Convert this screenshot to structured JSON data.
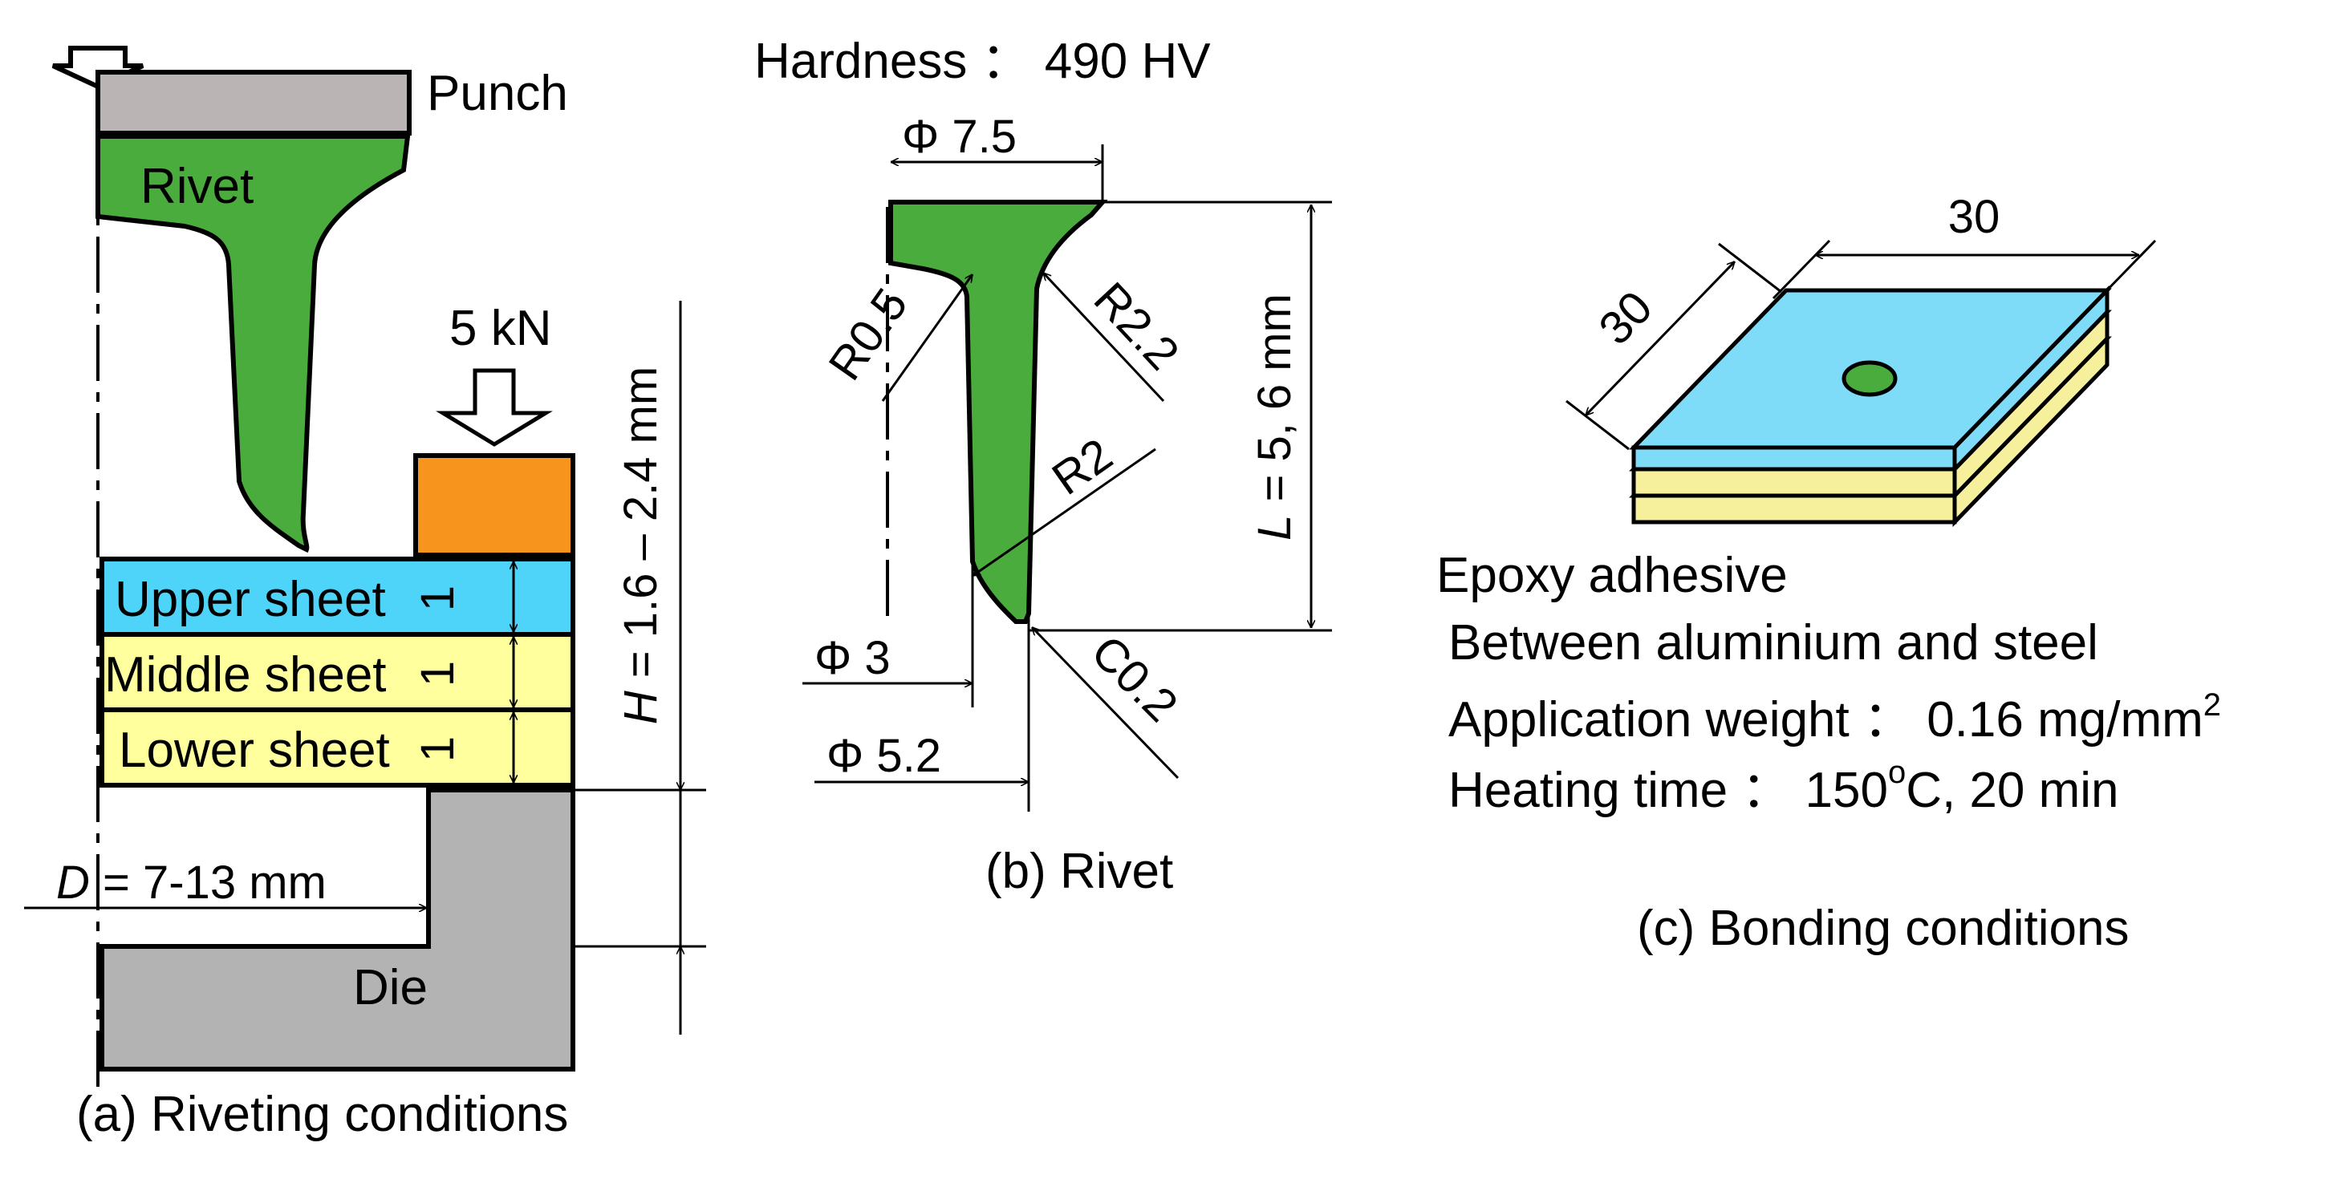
{
  "colors": {
    "rivet": "#4aac3c",
    "upper_sheet": "#4ed4f8",
    "middle_sheet": "#ffff9e",
    "lower_sheet": "#ffff9e",
    "holder": "#f7941d",
    "tool_gray": "#b3b3b3",
    "punch_gray": "#bbb4b4",
    "plate_yellow": "#f6ef9c",
    "plate_blue": "#7fdcf8"
  },
  "icons": [
    "down-arrow-icon"
  ],
  "panel_a": {
    "punch_label": "Punch",
    "rivet_label": "Rivet",
    "force_label": "5 kN",
    "upper_label": "Upper sheet",
    "middle_label": "Middle sheet",
    "lower_label": "Lower sheet",
    "upper_thickness": "1",
    "middle_thickness": "1",
    "lower_thickness": "1",
    "height_symbol": "H",
    "height_value": " = 1.6 – 2.4 mm",
    "diameter_symbol": "D",
    "diameter_value": " = 7-13 mm",
    "die_label": "Die",
    "caption": "(a) Riveting conditions"
  },
  "panel_b": {
    "hardness": "Hardness ： 490 HV",
    "head_diameter": "Φ 7.5",
    "r_head": "R0.5",
    "r_fillet": "R2.2",
    "r_tip": "R2",
    "length_symbol": "L",
    "length_value": " = 5, 6 mm",
    "inner_diameter": "Φ 3",
    "chamfer": "C0.2",
    "outer_diameter": "Φ 5.2",
    "caption": "(b) Rivet"
  },
  "panel_c": {
    "dim_width": "30",
    "dim_depth": "30",
    "adhesive_title": "Epoxy adhesive",
    "between": "Between aluminium and steel",
    "weight_prefix": "Application weight ： 0.16 mg/mm",
    "weight_sup": "2",
    "heating_prefix": "Heating time ： 150",
    "heating_sup": "o",
    "heating_suffix": "C, 20 min",
    "caption": "(c) Bonding conditions"
  }
}
